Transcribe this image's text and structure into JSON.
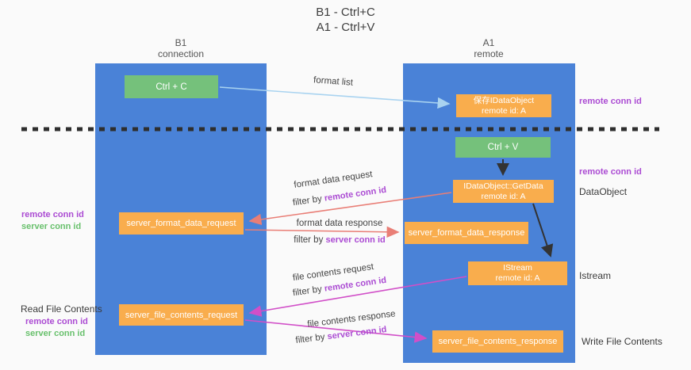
{
  "title": {
    "line1": "B1 - Ctrl+C",
    "line2": "A1 - Ctrl+V"
  },
  "lanes": {
    "left": {
      "title": "B1",
      "subtitle": "connection"
    },
    "right": {
      "title": "A1",
      "subtitle": "remote"
    }
  },
  "nodes": {
    "ctrl_c": {
      "label": "Ctrl + C"
    },
    "ctrl_v": {
      "label": "Ctrl + V"
    },
    "save_dataobject": {
      "line1": "保存IDataObject",
      "line2": "remote id: A"
    },
    "getdata": {
      "line1": "IDataObject::GetData",
      "line2": "remote id: A"
    },
    "istream": {
      "line1": "IStream",
      "line2": "remote id: A"
    },
    "server_format_data_request": {
      "label": "server_format_data_request"
    },
    "server_format_data_response": {
      "label": "server_format_data_response"
    },
    "server_file_contents_request": {
      "label": "server_file_contents_request"
    },
    "server_file_contents_response": {
      "label": "server_file_contents_response"
    }
  },
  "annotations": {
    "right_remote_conn_id_top": "remote conn id",
    "right_remote_conn_id_mid": "remote conn id",
    "right_dataobject": "DataObject",
    "right_istream": "Istream",
    "right_write_file_contents": "Write File Contents",
    "left_remote_conn_id_1": "remote conn id",
    "left_server_conn_id_1": "server conn id",
    "left_read_file_contents": "Read File Contents",
    "left_remote_conn_id_2": "remote conn id",
    "left_server_conn_id_2": "server conn id"
  },
  "arrows": {
    "format_list": {
      "label": "format list"
    },
    "format_data_request": {
      "label": "format data request",
      "filter_prefix": "filter by ",
      "filter_key": "remote conn id"
    },
    "format_data_response": {
      "label": "format data response",
      "filter_prefix": "filter by ",
      "filter_key": "server conn id"
    },
    "file_contents_request": {
      "label": "file contents request",
      "filter_prefix": "filter by ",
      "filter_key": "remote conn id"
    },
    "file_contents_response": {
      "label": "file contents response",
      "filter_prefix": "filter by ",
      "filter_key": "server conn id"
    }
  },
  "colors": {
    "lane": "#4a82d7",
    "orange_box": "#f9ad4d",
    "green_box": "#75c17b",
    "purple_text": "#ab4bd3",
    "green_text": "#68c06c",
    "red_arrow": "#e97e76",
    "magenta_arrow": "#d14fc8",
    "blue_arrow": "#a9d3f0",
    "black_arrow": "#333333",
    "dash_line": "#2e2e2e"
  }
}
